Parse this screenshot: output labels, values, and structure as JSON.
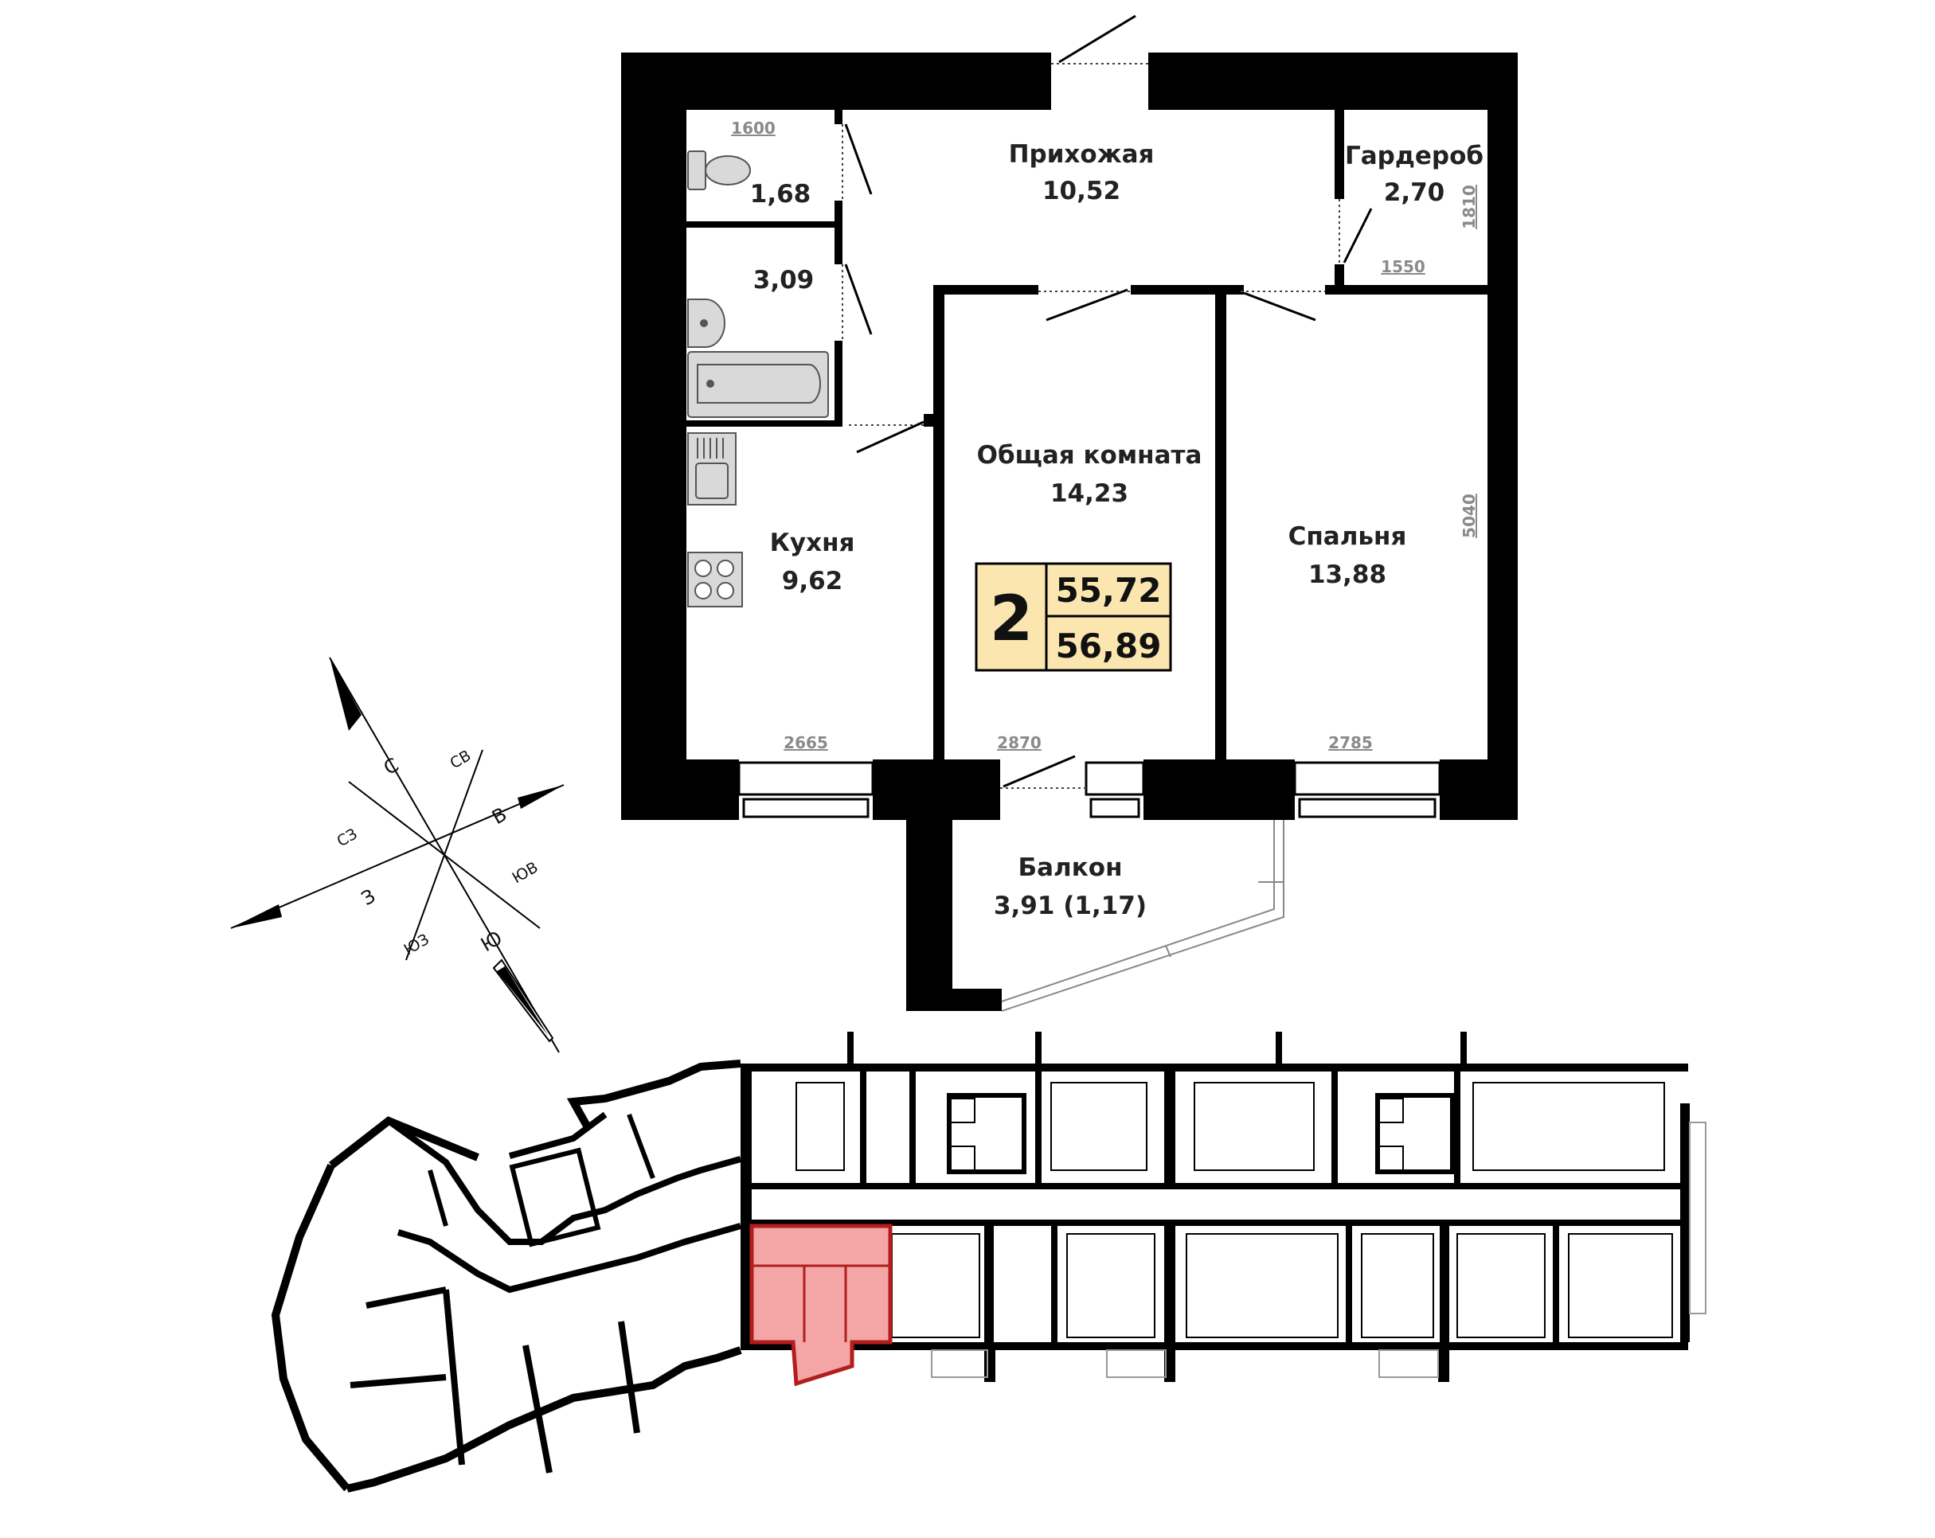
{
  "apartment": {
    "rooms_count": "2",
    "living_area": "55,72",
    "total_area": "56,89",
    "badge_color": "#fbe6b0",
    "rooms": [
      {
        "id": "hallway",
        "name": "Прихожая",
        "area": "10,52"
      },
      {
        "id": "wardrobe",
        "name": "Гардероб",
        "area": "2,70"
      },
      {
        "id": "toilet",
        "name": "",
        "area": "1,68"
      },
      {
        "id": "bathroom",
        "name": "",
        "area": "3,09"
      },
      {
        "id": "kitchen",
        "name": "Кухня",
        "area": "9,62"
      },
      {
        "id": "living",
        "name": "Общая комната",
        "area": "14,23"
      },
      {
        "id": "bedroom",
        "name": "Спальня",
        "area": "13,88"
      },
      {
        "id": "balcony",
        "name": "Балкон",
        "area": "3,91 (1,17)"
      }
    ],
    "dimensions": {
      "toilet_width": "1600",
      "wardrobe_width": "1550",
      "wardrobe_depth": "1810",
      "bedroom_depth": "5040",
      "kitchen_width": "2665",
      "living_width": "2870",
      "bedroom_width": "2785"
    }
  },
  "compass": {
    "north": "С",
    "northeast": "СВ",
    "east": "В",
    "southeast": "ЮВ",
    "south": "Ю",
    "southwest": "ЮЗ",
    "west": "З",
    "northwest": "СЗ"
  },
  "key_plan": {
    "highlight_color": "#f4a6a6",
    "highlight_stroke": "#b21e1e"
  }
}
